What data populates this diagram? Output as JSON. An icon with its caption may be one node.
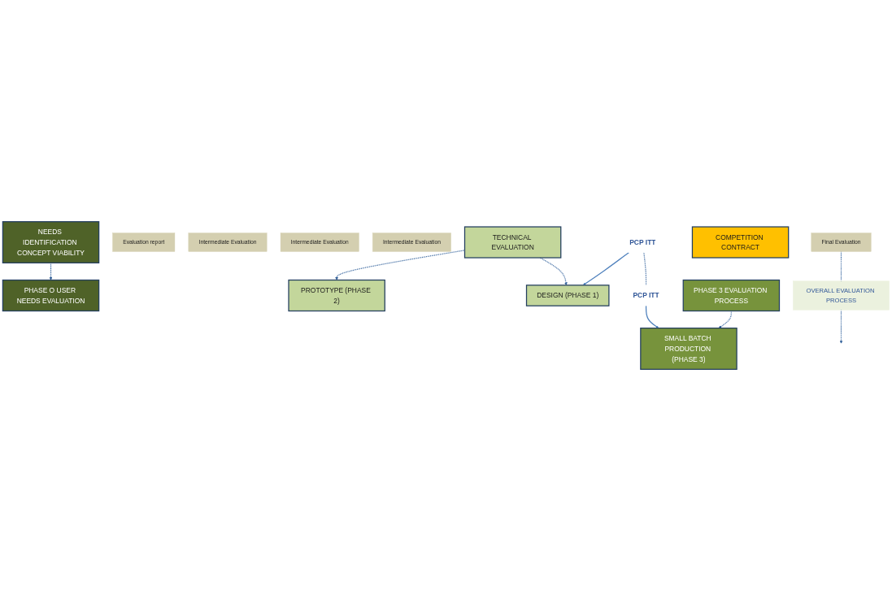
{
  "diagram": {
    "nodes": [
      {
        "text": [
          "PCP ITT"
        ]
      },
      {
        "text": [
          "PCP ITT"
        ]
      },
      {
        "text": [
          "PHASE O USER NEEDS EVALUATION"
        ]
      },
      {
        "text": [
          "DESIGN (PHASE 1)"
        ]
      },
      {
        "text": [
          "PROTOTYPE (PHASE 2)"
        ]
      },
      {
        "text": [
          "SMALL BATCH PRODUCTION (PHASE 3)"
        ]
      },
      {
        "text": [
          "Evaluation report"
        ]
      },
      {
        "text": [
          "Intermediate Evaluation"
        ]
      },
      {
        "text": [
          "Intermediate Evaluation"
        ]
      },
      {
        "text": [
          "Intermediate Evaluation"
        ]
      },
      {
        "text": [
          "NEEDS IDENTIFICATION CONCEPT VIABILITY"
        ]
      },
      {
        "text": [
          "TECHNICAL EVALUATION"
        ]
      },
      {
        "text": [
          "PHASE 3 EVALUATION PROCESS"
        ]
      },
      {
        "text": [
          "COMPETITION CONTRACT"
        ]
      },
      {
        "text": [
          "Final Evaluation"
        ]
      },
      {
        "text": [
          "OVERALL EVALUATION PROCESS"
        ]
      }
    ],
    "edges": [
      {
        "from": 0,
        "to": 1,
        "arrow": "none",
        "style": "dashed",
        "color": "#2f5f9a"
      },
      {
        "from": 0,
        "to": 3,
        "arrow": "to",
        "color": "#4f81bd"
      },
      {
        "from": 1,
        "to": 5,
        "arrow": "to",
        "color": "#4f81bd"
      },
      {
        "from": 10,
        "to": 2,
        "arrow": "to",
        "style": "dashed"
      },
      {
        "from": 11,
        "to": 3,
        "arrow": "to",
        "style": "dashed"
      },
      {
        "from": 11,
        "to": 4,
        "arrow": "to",
        "style": "dashed"
      },
      {
        "from": 12,
        "to": 5,
        "arrow": "to",
        "style": "dashed"
      },
      {
        "from": 14,
        "to": 15,
        "arrow": "none",
        "style": "dashed"
      },
      {
        "from": 15,
        "to": null,
        "arrow": "to",
        "style": "dashed"
      }
    ]
  }
}
